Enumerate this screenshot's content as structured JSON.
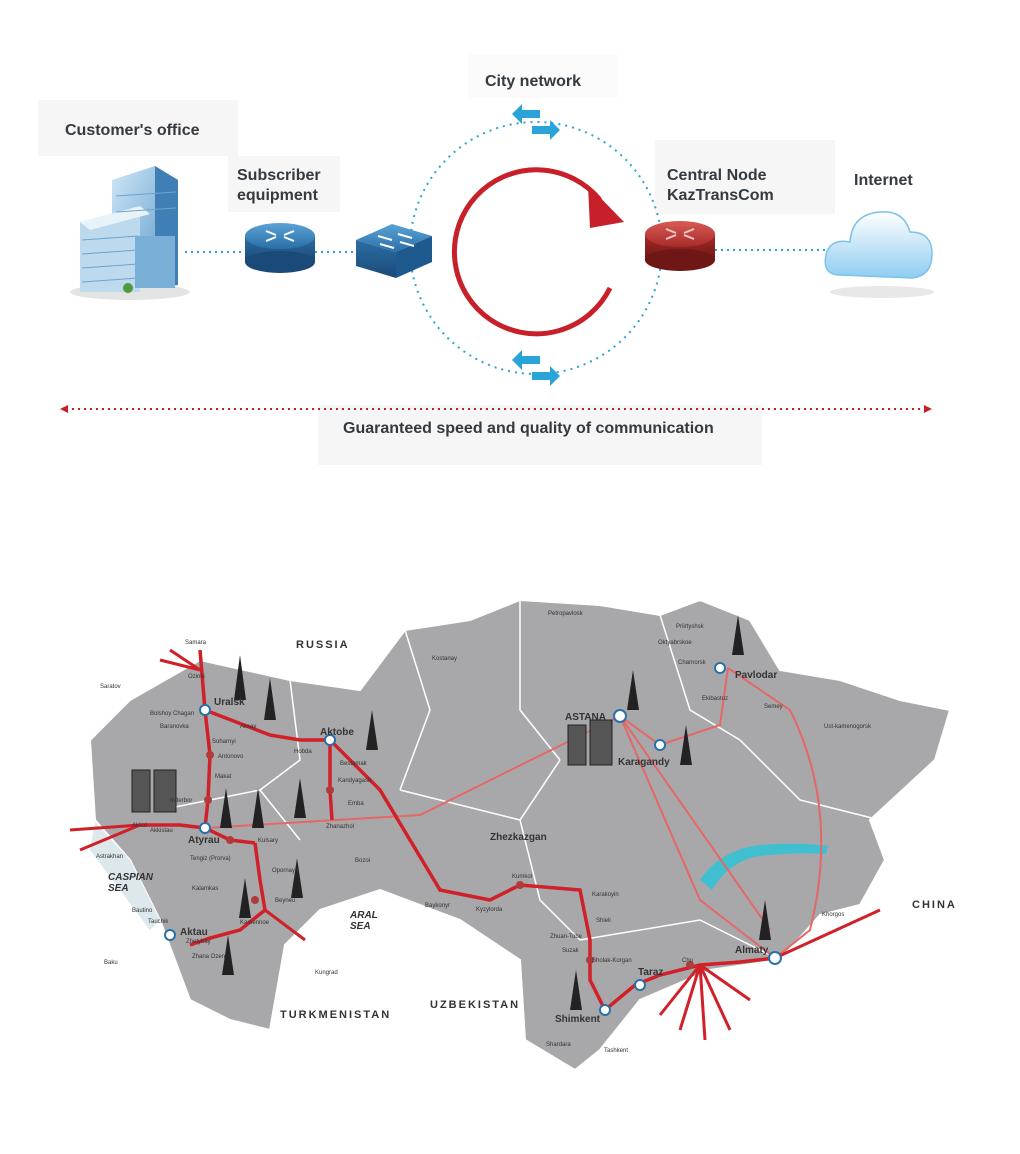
{
  "diagram": {
    "customer_office": "Customer's office",
    "subscriber_equipment": "Subscriber\nequipment",
    "city_network": "City network",
    "central_node": "Central Node\nKazTransCom",
    "internet": "Internet",
    "guarantee": "Guaranteed speed and quality of communication"
  },
  "map": {
    "countries": [
      "RUSSIA",
      "UZBEKISTAN",
      "TURKMENISTAN",
      "CHINA"
    ],
    "seas": [
      "CASPIAN\nSEA",
      "ARAL\nSEA"
    ],
    "major_cities": [
      "Uralsk",
      "Aktobe",
      "ASTANA",
      "Pavlodar",
      "Karagandy",
      "Atyrau",
      "Aktau",
      "Zhezkazgan",
      "Shimkent",
      "Taraz",
      "Almaty"
    ],
    "minor_cities": [
      "Petropavlosk",
      "Kostanay",
      "Priirtyshsk",
      "Oktyabrskoe",
      "Charnorsk",
      "Ekibastuz",
      "Semey",
      "Ust-kamenogorsk",
      "Samara",
      "Saratov",
      "Ozinki",
      "Bolshoy Chagan",
      "Baranovka",
      "Aksay",
      "Soharnyi",
      "Antonovo",
      "Hobda",
      "Bestamak",
      "Kandyagash",
      "Emba",
      "Zhanazhol",
      "Makat",
      "Inderbor",
      "Akkol",
      "Akkistau",
      "Astrakhan",
      "Kulsary",
      "Tengiz (Prorva)",
      "Opornaya",
      "Beyneu",
      "Kalamkas",
      "Bautino",
      "Tauchik",
      "Kamennoe",
      "Zhetybay",
      "Zhana Ozen",
      "Baku",
      "Kungrad",
      "Baykonyr",
      "Kyzylorda",
      "Kumkol",
      "Karakoyin",
      "Shieli",
      "Zhuan-Tobe",
      "Suzak",
      "Sholak-Korgan",
      "Shardara",
      "Tashkent",
      "Chu",
      "Khorgos",
      "Bozoi"
    ]
  }
}
